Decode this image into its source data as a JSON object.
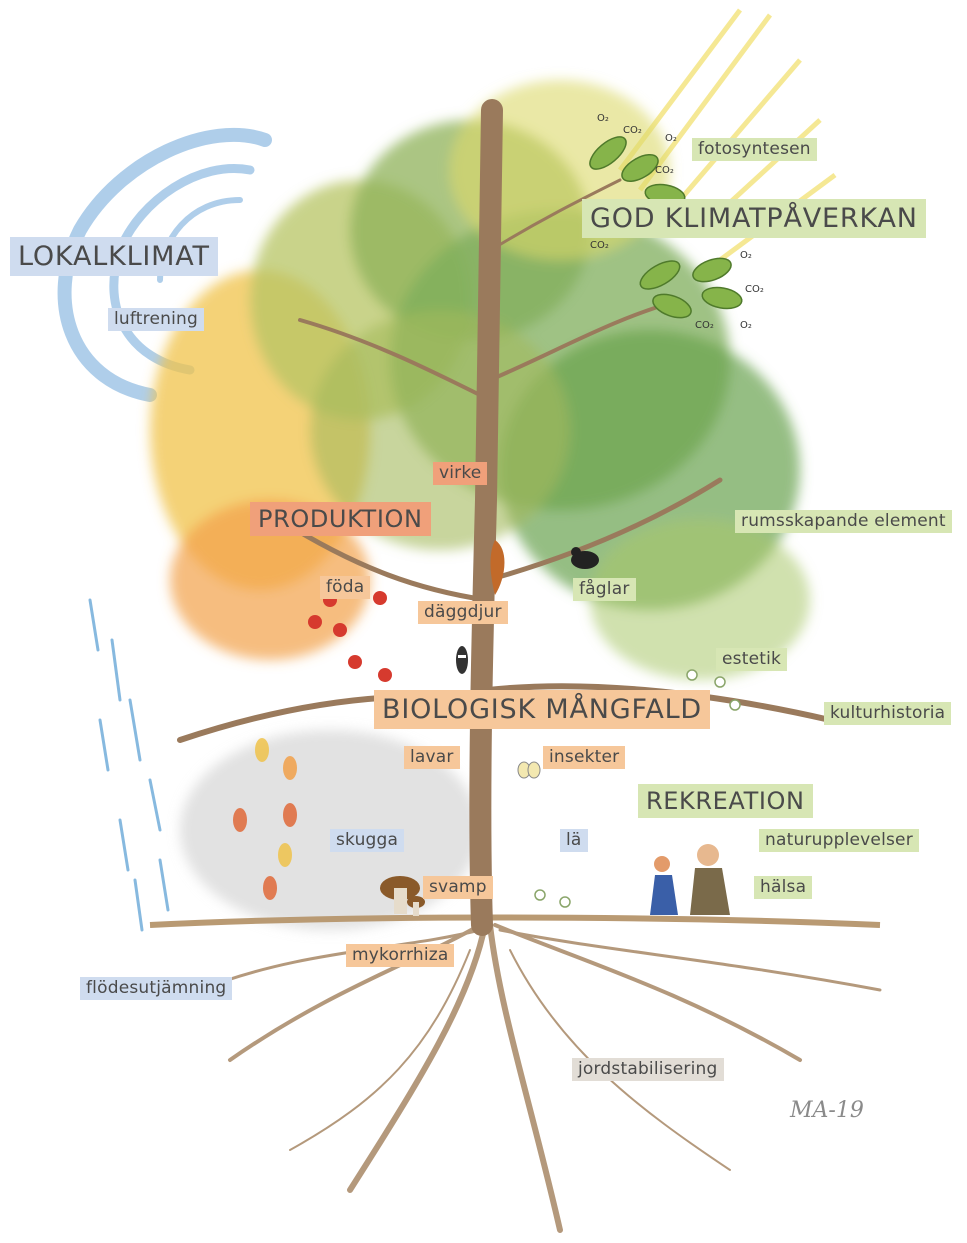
{
  "colors": {
    "blue_box": "#cfdcef",
    "green_box": "#d7e6b4",
    "orange_box": "#f6c79a",
    "red_box": "#f0a07a",
    "grey_box": "#e2ddd6"
  },
  "labels": {
    "lokalklimat": "LOKALKLIMAT",
    "luftrening": "luftrening",
    "fotosyntesen": "fotosyntesen",
    "god_klimatpaverkan": "GOD KLIMATPÅVERKAN",
    "virke": "virke",
    "produktion": "PRODUKTION",
    "rumsskapande": "rumsskapande element",
    "foda": "föda",
    "daggdjur": "däggdjur",
    "faglar": "fåglar",
    "estetik": "estetik",
    "biologisk": "BIOLOGISK MÅNGFALD",
    "kulturhistoria": "kulturhistoria",
    "lavar": "lavar",
    "insekter": "insekter",
    "rekreation": "REKREATION",
    "skugga": "skugga",
    "la": "lä",
    "naturupplevelser": "naturupplevelser",
    "svamp": "svamp",
    "halsa": "hälsa",
    "mykorrhiza": "mykorrhiza",
    "flodesutjamning": "flödesutjämning",
    "jordstabilisering": "jordstabilisering"
  },
  "chem": {
    "o2": "O₂",
    "co2": "CO₂"
  },
  "signature": "MA-19"
}
